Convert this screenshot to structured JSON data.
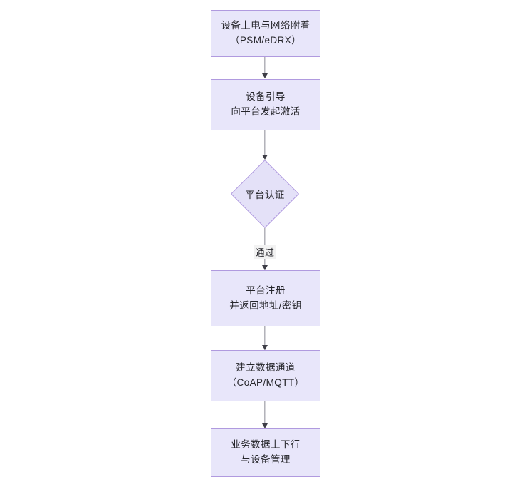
{
  "diagram": {
    "type": "flowchart",
    "orientation": "top-to-bottom",
    "theme": {
      "node_fill": "#e8e6fa",
      "node_border": "#b09adf",
      "text_color": "#26262b",
      "edge_color": "#8a8a95",
      "arrowhead_color": "#3d3d46",
      "edge_label_background": "#f2f2f2",
      "canvas_background": "#ffffff"
    },
    "nodes": [
      {
        "id": "n1",
        "shape": "rectangle",
        "line1": "设备上电与网络附着",
        "line2": "（PSM/eDRX）"
      },
      {
        "id": "n2",
        "shape": "rectangle",
        "line1": "设备引导",
        "line2": "向平台发起激活"
      },
      {
        "id": "n3",
        "shape": "diamond",
        "line1": "平台认证",
        "line2": ""
      },
      {
        "id": "n4",
        "shape": "rectangle",
        "line1": "平台注册",
        "line2": "并返回地址/密钥"
      },
      {
        "id": "n5",
        "shape": "rectangle",
        "line1": "建立数据通道",
        "line2": "（CoAP/MQTT）"
      },
      {
        "id": "n6",
        "shape": "rectangle",
        "line1": "业务数据上下行",
        "line2": "与设备管理"
      }
    ],
    "edges": [
      {
        "id": "e1",
        "from": "n1",
        "to": "n2",
        "label": ""
      },
      {
        "id": "e2",
        "from": "n2",
        "to": "n3",
        "label": ""
      },
      {
        "id": "e3",
        "from": "n3",
        "to": "n4",
        "label": "通过"
      },
      {
        "id": "e4",
        "from": "n4",
        "to": "n5",
        "label": ""
      },
      {
        "id": "e5",
        "from": "n5",
        "to": "n6",
        "label": ""
      }
    ]
  }
}
